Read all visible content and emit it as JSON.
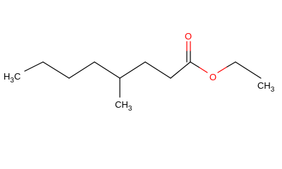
{
  "molecule": {
    "colors": {
      "bond": "#000000",
      "oxygen": "#ff0000",
      "carbon_label": "#000000"
    },
    "labels": {
      "terminal_methyl": {
        "main": "H",
        "sub": "3",
        "tail": "C"
      },
      "branch_methyl": {
        "main": "CH",
        "sub": "3"
      },
      "ester_oxygen": "O",
      "carbonyl_oxygen": "O",
      "ethyl_methyl": {
        "main": "CH",
        "sub": "3"
      }
    }
  }
}
